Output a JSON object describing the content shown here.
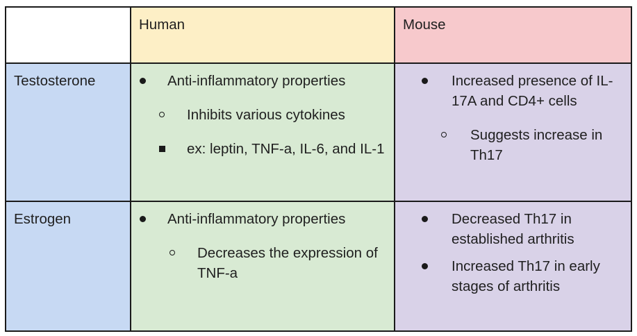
{
  "header": {
    "corner": "",
    "human": "Human",
    "mouse": "Mouse"
  },
  "rows": [
    {
      "label": "Testosterone",
      "human": [
        {
          "level": 1,
          "text": "Anti-inflammatory properties"
        },
        {
          "level": 2,
          "text": "Inhibits various cytokines"
        },
        {
          "level": 3,
          "text": "ex: leptin, TNF-a, IL-6, and IL-1"
        }
      ],
      "mouse": [
        {
          "level": 1,
          "text": "Increased presence of IL-17A and CD4+ cells"
        },
        {
          "level": 2,
          "text": "Suggests increase in Th17"
        }
      ]
    },
    {
      "label": "Estrogen",
      "human": [
        {
          "level": 1,
          "text": "Anti-inflammatory properties"
        },
        {
          "level": 2,
          "text": "Decreases the expression of TNF-a"
        }
      ],
      "mouse": [
        {
          "level": 1,
          "text": "Decreased Th17 in established arthritis"
        },
        {
          "level": 1,
          "text": "Increased Th17 in early stages of arthritis"
        }
      ]
    }
  ],
  "colors": {
    "header_human": "#fdefc6",
    "header_mouse": "#f7c9cc",
    "row_label": "#c7d9f3",
    "human_cells": "#d8ead3",
    "mouse_cells": "#d9d2e8",
    "border": "#1a1a1a"
  },
  "icons": {
    "level1": "filled-disc-bullet-icon",
    "level2": "hollow-circle-bullet-icon",
    "level3": "filled-square-bullet-icon"
  }
}
